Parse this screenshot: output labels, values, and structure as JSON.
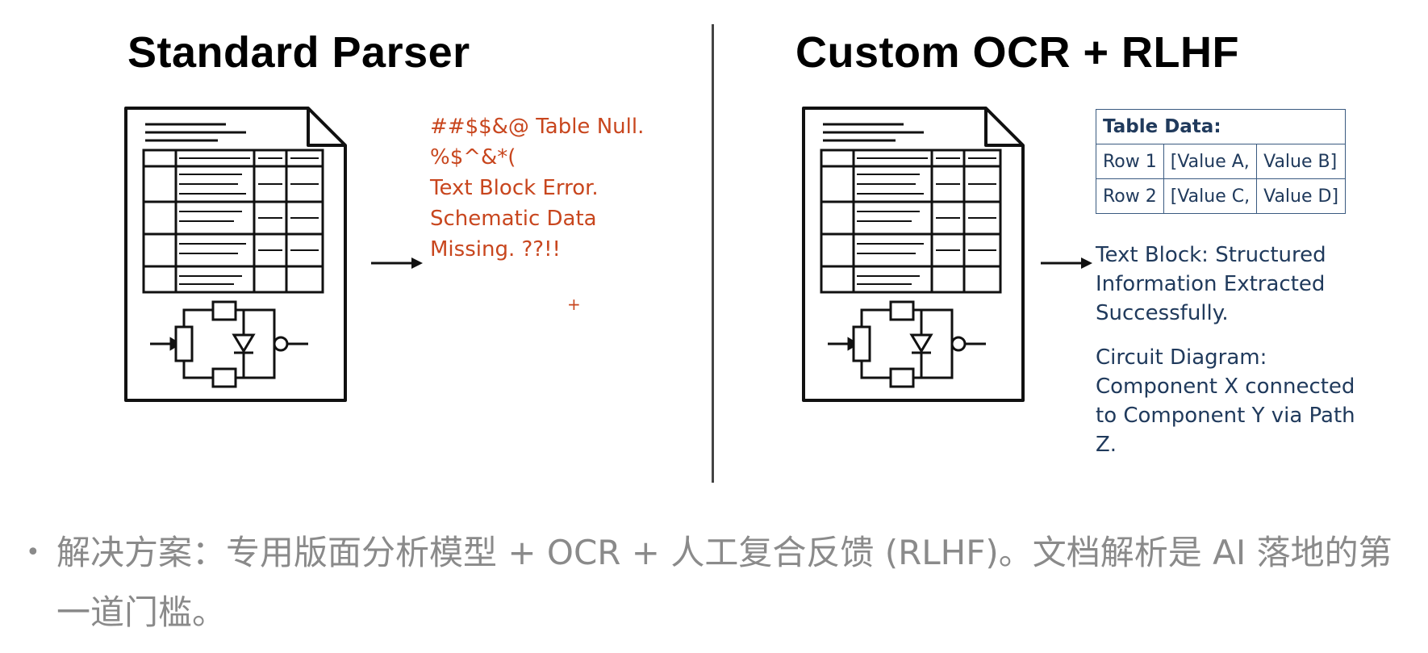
{
  "left_panel": {
    "heading": "Standard Parser",
    "error_lines": [
      "##$$&@ Table Null.",
      "%$^&*(",
      "Text Block Error.",
      "Schematic Data",
      "Missing. ??!!"
    ],
    "stray_mark": "+"
  },
  "right_panel": {
    "heading": "Custom OCR + RLHF",
    "table": {
      "title": "Table Data:",
      "rows": [
        [
          "Row 1",
          "[Value A,",
          "Value B]"
        ],
        [
          "Row 2",
          "[Value C,",
          "Value D]"
        ]
      ]
    },
    "text_block": "Text Block: Structured Information Extracted Successfully.",
    "circuit_text": "Circuit Diagram: Component X connected to Component Y via Path Z."
  },
  "footnote": {
    "bullet": "•",
    "text": "解决方案：专用版面分析模型 + OCR + 人工复合反馈 (RLHF)。文档解析是 AI 落地的第一道门槛。"
  },
  "colors": {
    "error_text": "#c8461e",
    "success_text": "#203a5c",
    "footnote_text": "#8a8a8a",
    "divider": "#444444"
  },
  "icons": {
    "document": "document-with-table-and-circuit-icon",
    "arrow": "right-arrow-icon"
  }
}
